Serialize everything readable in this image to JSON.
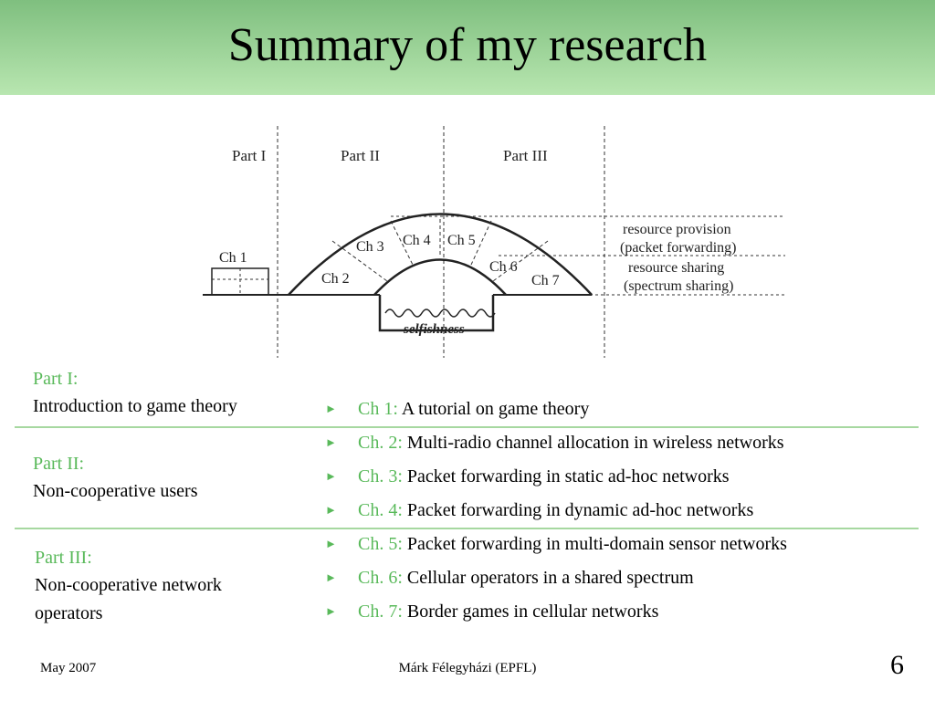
{
  "title": "Summary of my research",
  "diagram": {
    "parts": [
      "Part I",
      "Part II",
      "Part III"
    ],
    "chapters": [
      "Ch 1",
      "Ch 2",
      "Ch 3",
      "Ch 4",
      "Ch 5",
      "Ch 6",
      "Ch 7"
    ],
    "selfishness": "selfishness",
    "right_labels": [
      "resource provision",
      "(packet forwarding)",
      "resource sharing",
      "(spectrum sharing)"
    ]
  },
  "parts": [
    {
      "label": "Part I:",
      "desc": "Introduction to game theory"
    },
    {
      "label": "Part II:",
      "desc": "Non-cooperative users"
    },
    {
      "label": "Part III:",
      "desc_line1": "Non-cooperative network",
      "desc_line2": "operators"
    }
  ],
  "chapters": [
    {
      "num": "Ch 1:",
      "text": "A tutorial on game theory"
    },
    {
      "num": "Ch. 2:",
      "text": "Multi-radio channel allocation in wireless networks"
    },
    {
      "num": "Ch. 3:",
      "text": "Packet forwarding in static ad-hoc networks"
    },
    {
      "num": "Ch. 4:",
      "text": "Packet forwarding in dynamic ad-hoc networks"
    },
    {
      "num": "Ch. 5:",
      "text": "Packet forwarding in multi-domain sensor networks"
    },
    {
      "num": "Ch. 6:",
      "text": "Cellular operators in a shared spectrum"
    },
    {
      "num": "Ch. 7:",
      "text": "Border games in cellular networks"
    }
  ],
  "bullet_glyph": "►",
  "footer": {
    "date": "May 2007",
    "author": "Márk Félegyházi (EPFL)",
    "page": "6"
  },
  "colors": {
    "accent": "#59b95a",
    "header_top": "#7fbf7f",
    "header_bottom": "#b8e6b0",
    "rule": "#a6d8a0"
  }
}
